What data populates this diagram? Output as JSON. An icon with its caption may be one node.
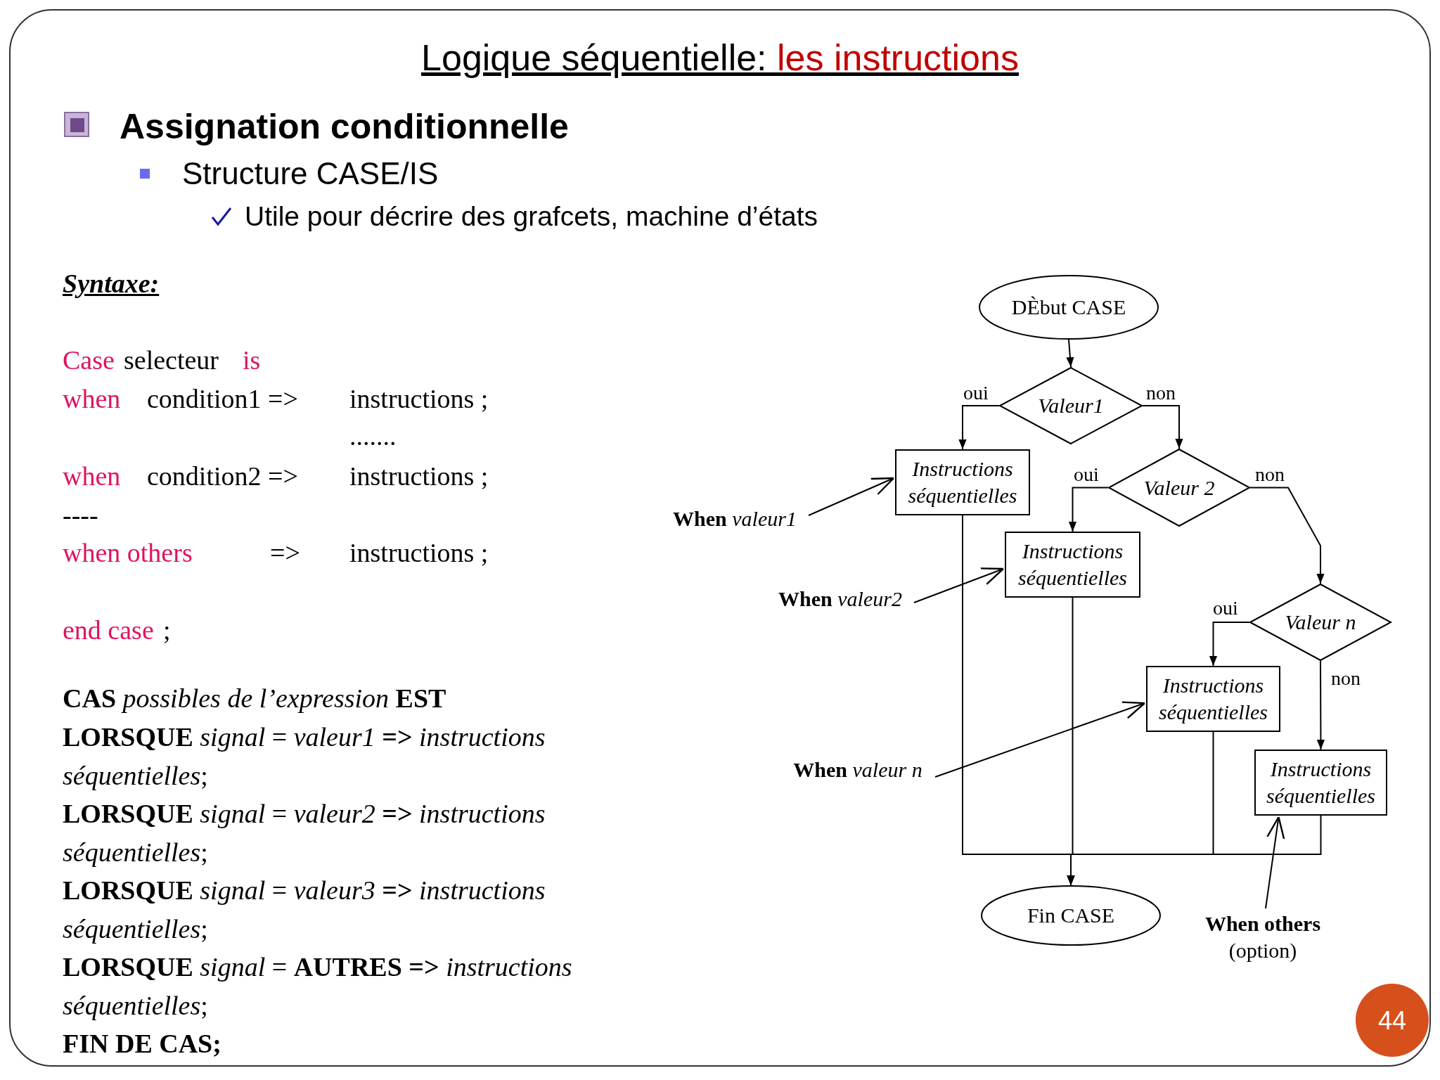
{
  "diagram": {
    "title": "Logique séquentielle: *les instructions*",
    "nodes": [
      {
        "text": [
          "DÈbut CASE"
        ]
      },
      {
        "text": [
          "Valeur1"
        ]
      },
      {
        "text": [
          "Instructions séquentielles"
        ]
      },
      {
        "text": [
          "Valeur 2"
        ]
      },
      {
        "text": [
          "Instructions séquentielles"
        ]
      },
      {
        "text": [
          "Valeur n"
        ]
      },
      {
        "text": [
          "Instructions séquentielles"
        ]
      },
      {
        "text": [
          "Instructions séquentielles"
        ]
      },
      {
        "text": [
          "Fin CASE"
        ]
      },
      {
        "text": [
          "**When** *valeur1*"
        ]
      },
      {
        "text": [
          "**When** *valeur2*"
        ]
      },
      {
        "text": [
          "**When** *valeur n*"
        ]
      },
      {
        "text": [
          "**When others** (option)"
        ]
      }
    ],
    "edges": [
      {
        "from": 0,
        "to": 1,
        "arrow": "to"
      },
      {
        "from": 1,
        "to": 2,
        "arrow": "to",
        "label": "oui"
      },
      {
        "from": 1,
        "to": 3,
        "arrow": "to",
        "label": "non"
      },
      {
        "from": 3,
        "to": 4,
        "arrow": "to",
        "label": "oui"
      },
      {
        "from": 3,
        "to": 5,
        "arrow": "to",
        "label": "non"
      },
      {
        "from": 5,
        "to": 6,
        "arrow": "to",
        "label": "oui"
      },
      {
        "from": 5,
        "to": 7,
        "arrow": "to",
        "label": "non"
      },
      {
        "from": 2,
        "to": 8,
        "arrow": "to"
      },
      {
        "from": 4,
        "to": 8,
        "arrow": "to"
      },
      {
        "from": 6,
        "to": 8,
        "arrow": "to"
      },
      {
        "from": 7,
        "to": 8,
        "arrow": "to"
      },
      {
        "from": 9,
        "to": 2,
        "arrow": "to"
      },
      {
        "from": 10,
        "to": 4,
        "arrow": "to"
      },
      {
        "from": 11,
        "to": 6,
        "arrow": "to"
      },
      {
        "from": 12,
        "to": 7,
        "arrow": "to"
      }
    ],
    "labels": [
      "Assignation conditionnelle",
      "Structure  CASE/IS",
      "Utile pour décrire des grafcets, machine d’états",
      "Syntaxe:",
      "Case",
      "selecteur",
      "is",
      "when",
      "condition1 =>",
      "instructions ;",
      ".......",
      "when",
      "condition2 =>",
      "instructions ;",
      "----",
      "when others",
      "=>",
      "instructions ;",
      "end case",
      ";",
      "**CAS** *possibles de l’expression* **EST**",
      "**LORSQUE** *signal* = *valeur1* **=>** *instructions séquentielles*;",
      "**LORSQUE** *signal* = *valeur2* **=>** *instructions séquentielles*;",
      "**LORSQUE** *signal* = *valeur3* **=>** *instructions séquentielles*;",
      "**LORSQUE** *signal* = **AUTRES** **=>** *instructions séquentielles*;",
      "FIN DE CAS;",
      "44"
    ]
  }
}
